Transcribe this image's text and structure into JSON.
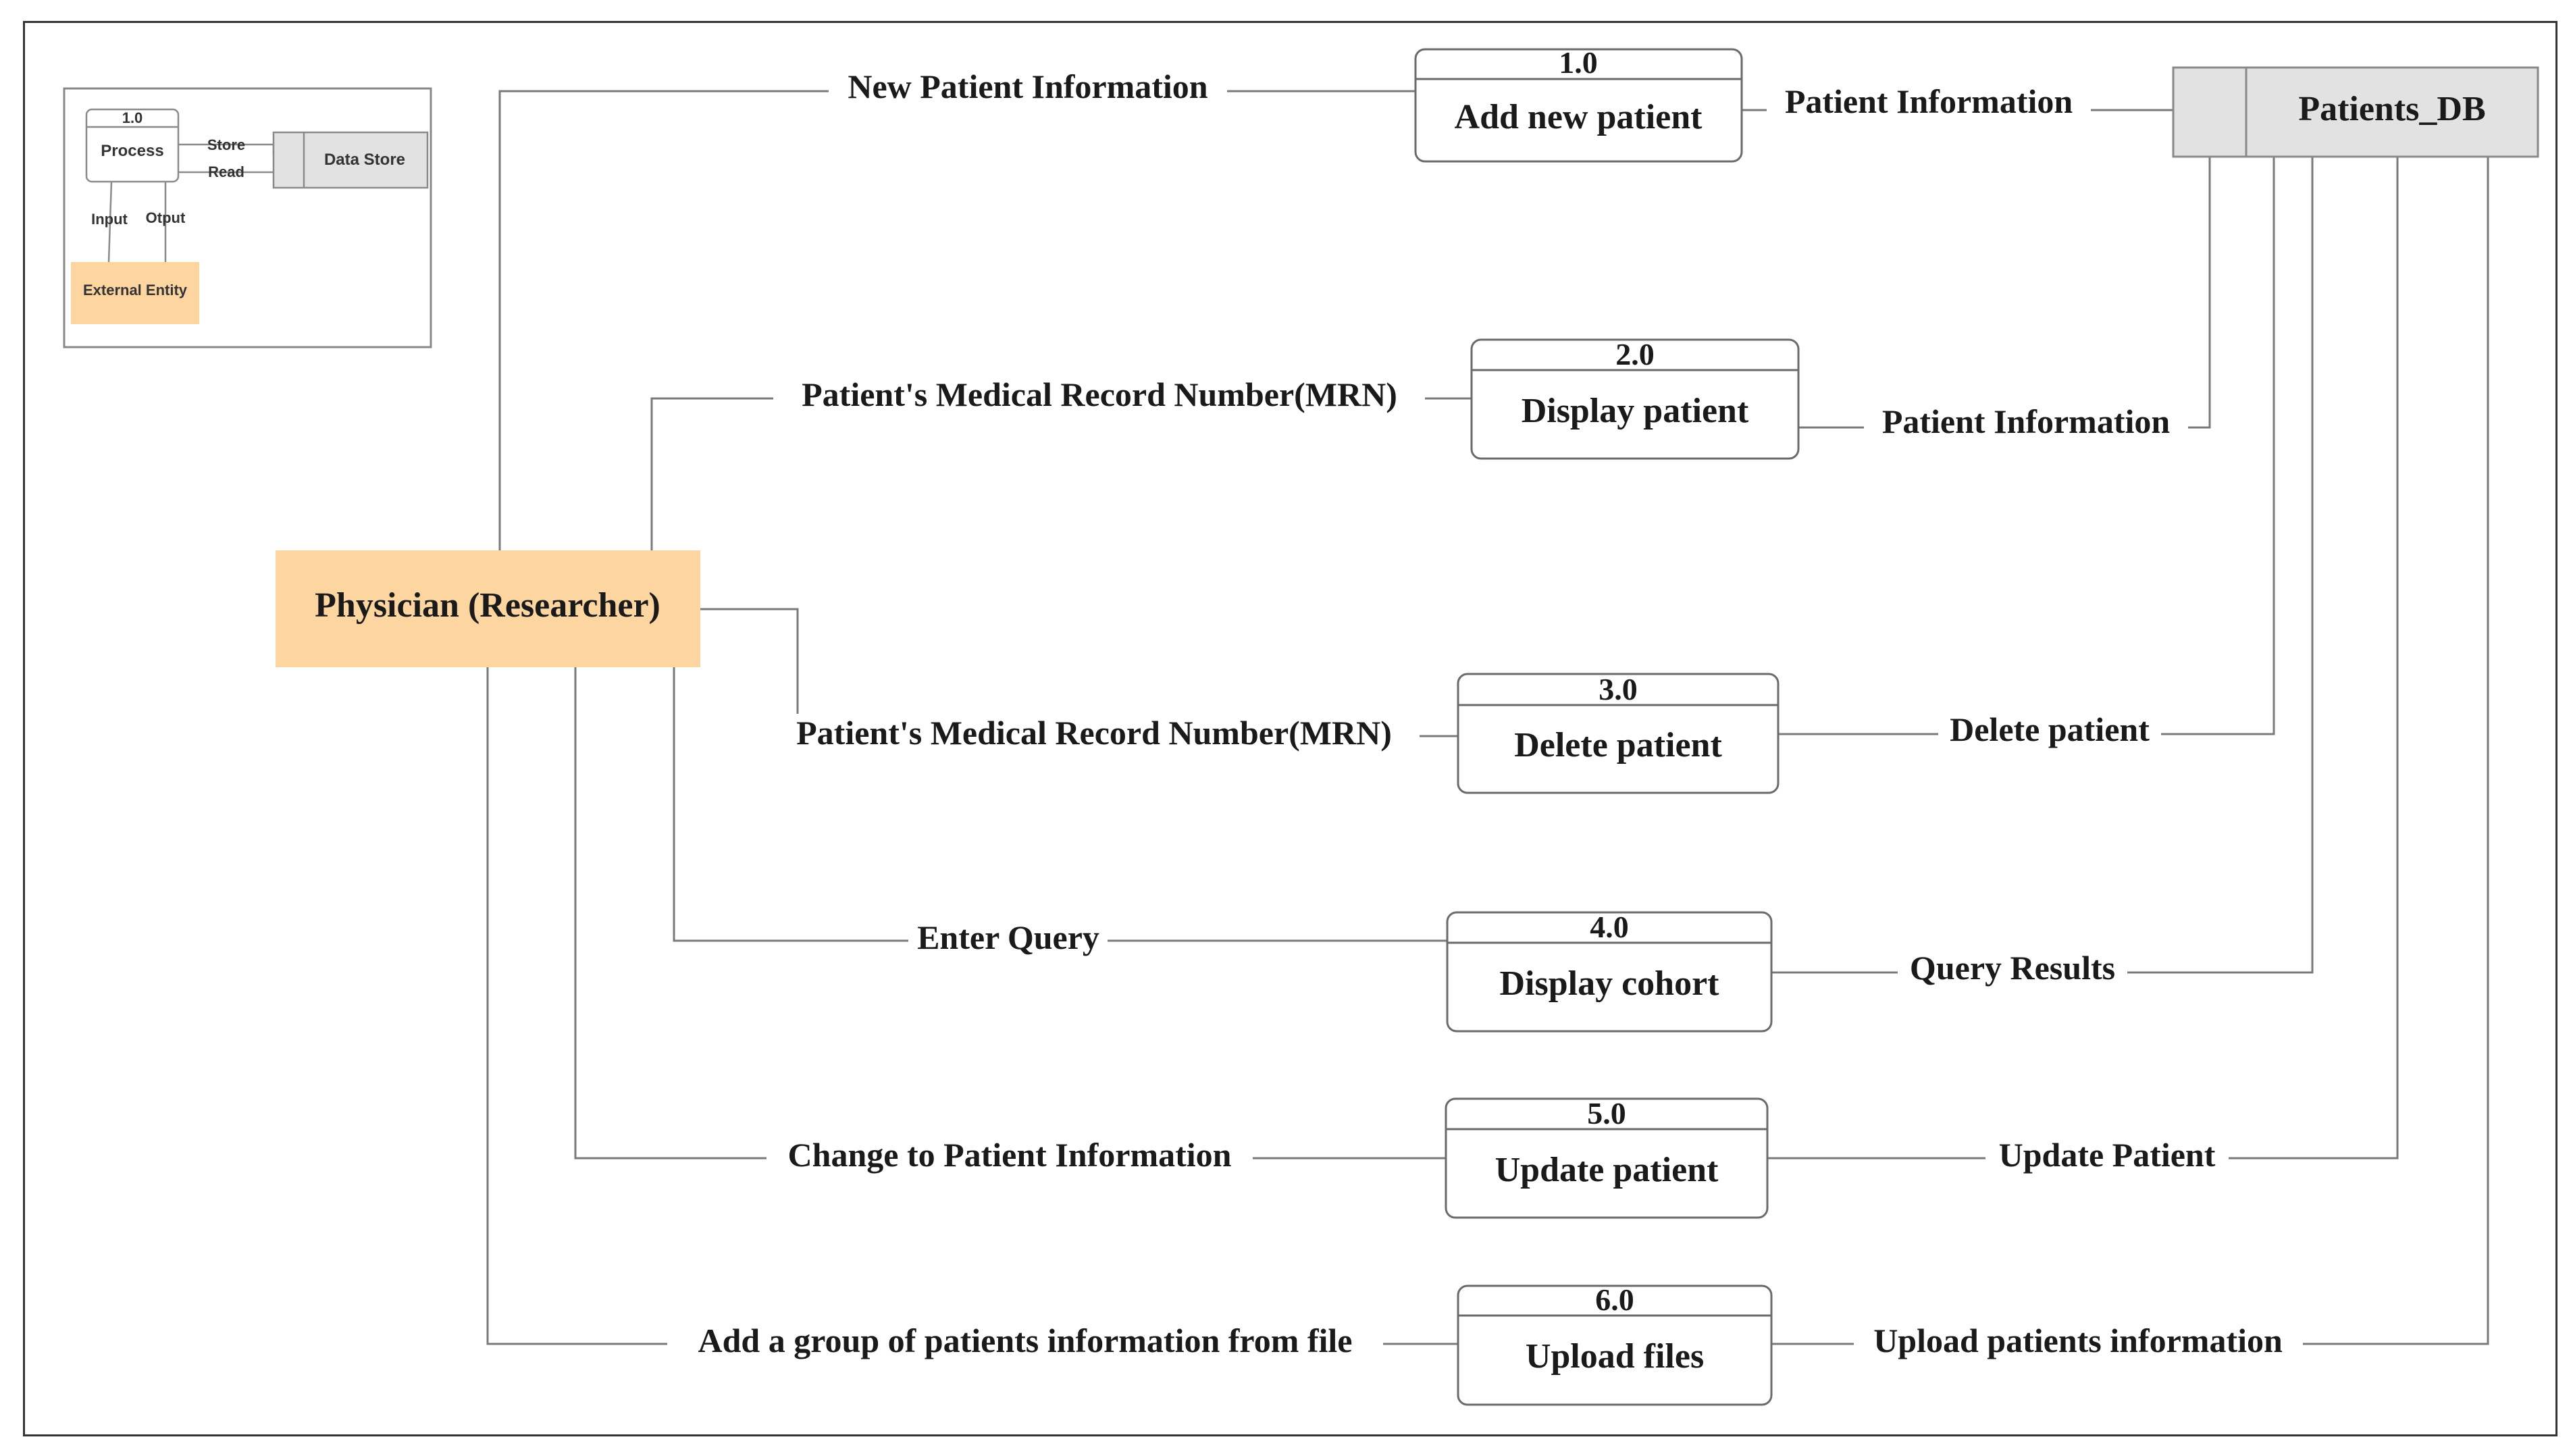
{
  "colors": {
    "entity_fill": "#fcd5a0",
    "datastore_fill": "#e2e2e2",
    "line": "#7a7a7a"
  },
  "legend": {
    "process_number": "1.0",
    "process_label": "Process",
    "store_label": "Store",
    "read_label": "Read",
    "datastore_label": "Data Store",
    "input_label": "Input",
    "output_label": "Otput",
    "entity_label": "External Entity"
  },
  "entity": {
    "label": "Physician (Researcher)"
  },
  "datastore": {
    "label": "Patients_DB"
  },
  "processes": [
    {
      "number": "1.0",
      "label": "Add new patient"
    },
    {
      "number": "2.0",
      "label": "Display patient"
    },
    {
      "number": "3.0",
      "label": "Delete patient"
    },
    {
      "number": "4.0",
      "label": "Display cohort"
    },
    {
      "number": "5.0",
      "label": "Update patient"
    },
    {
      "number": "6.0",
      "label": "Upload files"
    }
  ],
  "flows": {
    "input": [
      "New Patient Information",
      "Patient's Medical Record Number(MRN)",
      "Patient's Medical Record Number(MRN)",
      "Enter Query",
      "Change to Patient Information",
      "Add a group of patients information from file"
    ],
    "output": [
      "Patient Information",
      "Patient Information",
      "Delete patient",
      "Query Results",
      "Update Patient",
      "Upload patients information"
    ]
  }
}
